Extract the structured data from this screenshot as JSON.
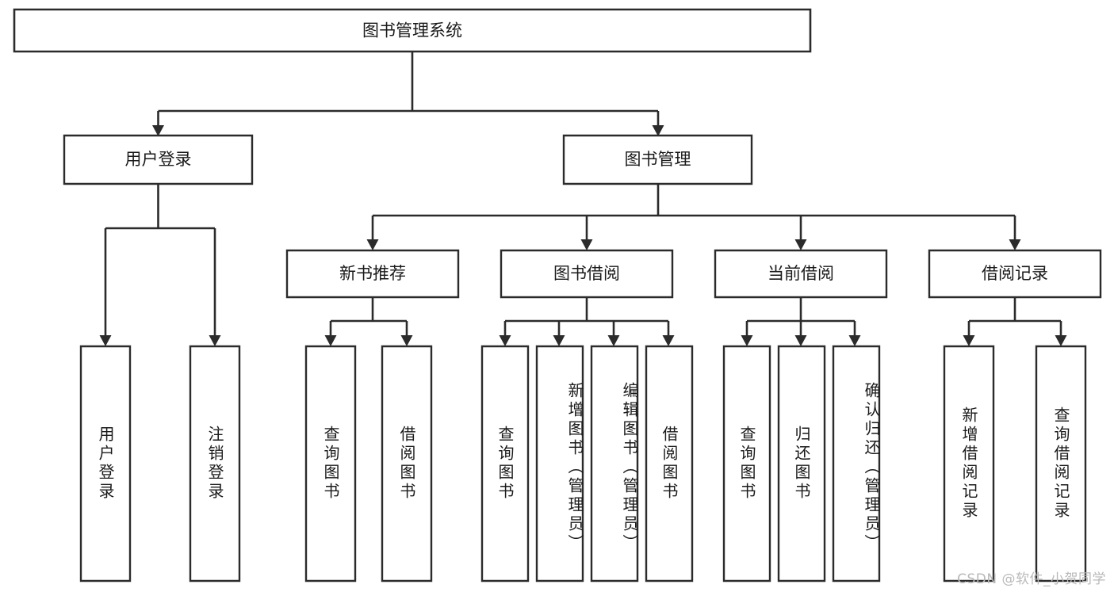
{
  "diagram": {
    "title": "图书管理系统",
    "type": "tree-hierarchy",
    "orientation": "top-down",
    "colors": {
      "background": "#ffffff",
      "box_fill": "#ffffff",
      "box_stroke": "#2b2b2b",
      "connector": "#2b2b2b",
      "text": "#1a1a1a",
      "watermark": "#b9b9b9"
    },
    "root": {
      "label": "图书管理系统"
    },
    "level2": [
      {
        "label": "用户登录"
      },
      {
        "label": "图书管理"
      }
    ],
    "level3": [
      {
        "label": "新书推荐"
      },
      {
        "label": "图书借阅"
      },
      {
        "label": "当前借阅"
      },
      {
        "label": "借阅记录"
      }
    ],
    "leaves": {
      "user_login": [
        {
          "label": "用户登录"
        },
        {
          "label": "注销登录"
        }
      ],
      "new_book_recommend": [
        {
          "label": "查询图书"
        },
        {
          "label": "借阅图书"
        }
      ],
      "book_borrow": [
        {
          "label": "查询图书"
        },
        {
          "label": "新增图书（管理员）"
        },
        {
          "label": "编辑图书（管理员）"
        },
        {
          "label": "借阅图书"
        }
      ],
      "current_borrow": [
        {
          "label": "查询图书"
        },
        {
          "label": "归还图书"
        },
        {
          "label": "确认归还（管理员）"
        }
      ],
      "borrow_record": [
        {
          "label": "新增借阅记录"
        },
        {
          "label": "查询借阅记录"
        }
      ]
    }
  },
  "watermark": {
    "text": "CSDN @软件_小贺同学"
  }
}
